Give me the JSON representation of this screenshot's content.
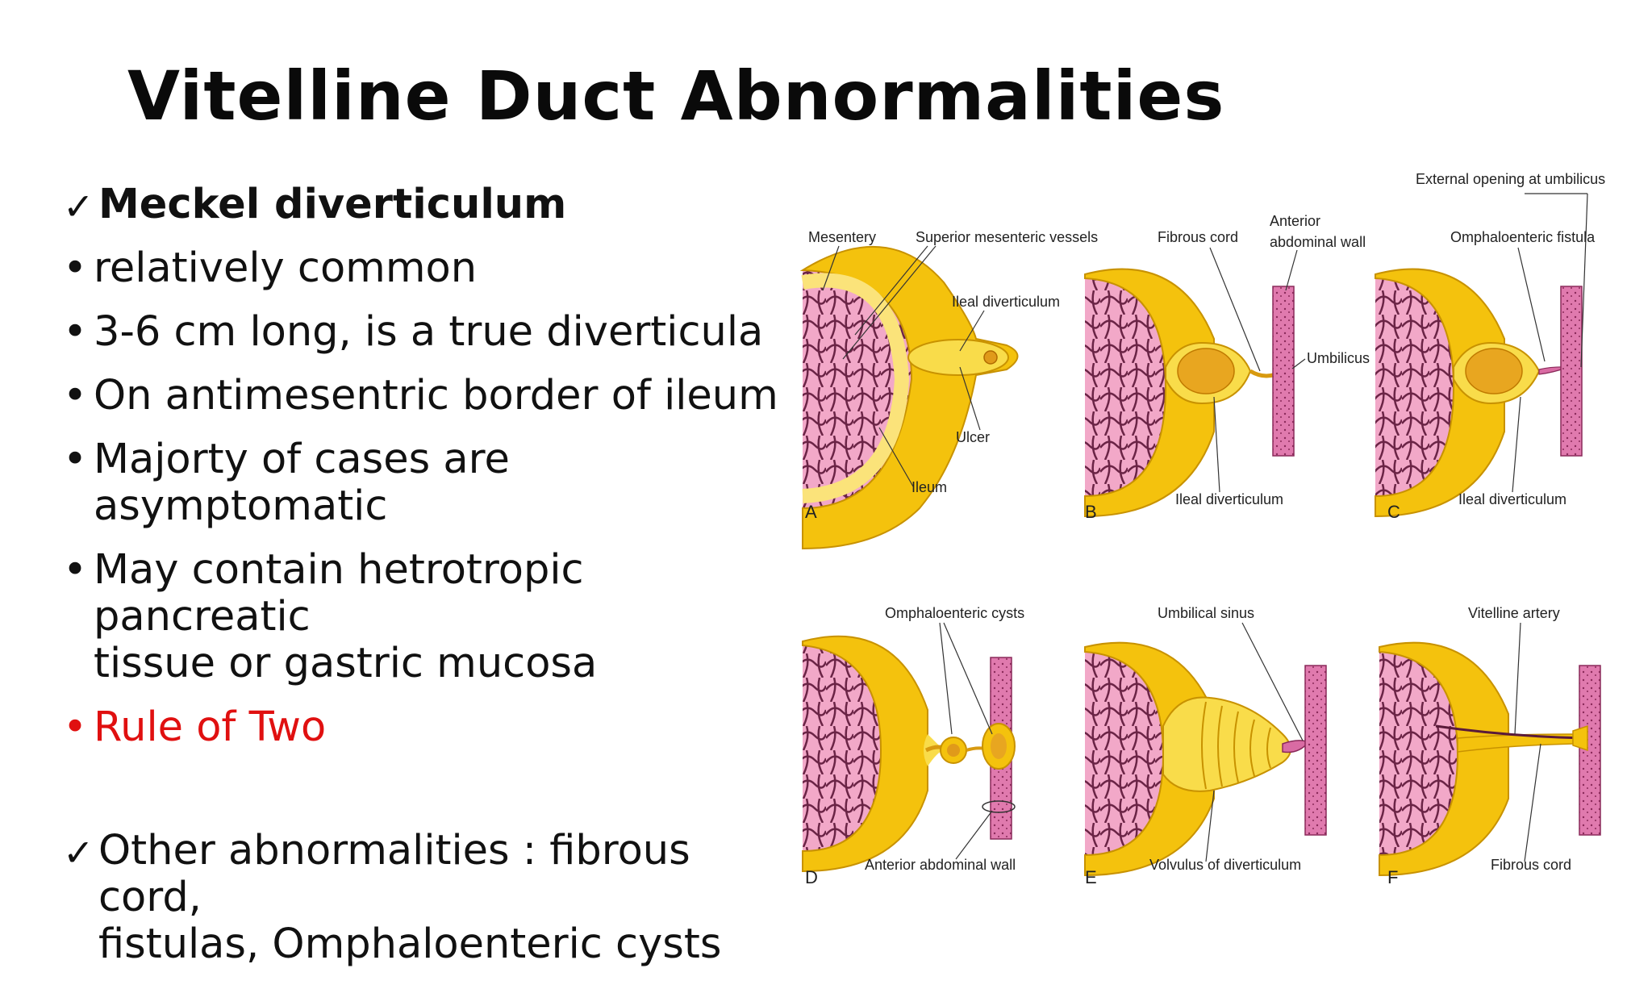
{
  "slide": {
    "title": "Vitelline Duct Abnormalities",
    "bullets": [
      {
        "mark": "✓",
        "text": "Meckel diverticulum"
      },
      {
        "mark": "•",
        "text": "relatively common"
      },
      {
        "mark": "•",
        "text": "3-6 cm long, is a true diverticula"
      },
      {
        "mark": "•",
        "text": "On antimesentric border of ileum"
      },
      {
        "mark": "•",
        "text": "Majorty of cases are asymptomatic"
      },
      {
        "mark": "•",
        "text": "May contain hetrotropic pancreatic",
        "text2": "tissue or gastric mucosa"
      },
      {
        "mark": "•",
        "text": "Rule of Two"
      },
      {
        "mark": "✓",
        "text": "Other abnormalities : fibrous cord,",
        "text2": "fistulas, Omphaloenteric cysts"
      }
    ]
  },
  "figure": {
    "panels": [
      {
        "letter": "A",
        "labels": [
          "Mesentery",
          "Superior mesenteric vessels",
          "Ileal diverticulum",
          "Ulcer",
          "Ileum"
        ]
      },
      {
        "letter": "B",
        "labels": [
          "Fibrous cord",
          "Anterior",
          "abdominal wall",
          "Umbilicus",
          "Ileal diverticulum"
        ]
      },
      {
        "letter": "C",
        "labels": [
          "External opening at umbilicus",
          "Omphaloenteric fistula",
          "Ileal diverticulum"
        ]
      },
      {
        "letter": "D",
        "labels": [
          "Omphaloenteric cysts",
          "Anterior abdominal wall"
        ]
      },
      {
        "letter": "E",
        "labels": [
          "Umbilical sinus",
          "Volvulus of diverticulum"
        ]
      },
      {
        "letter": "F",
        "labels": [
          "Vitelline artery",
          "Fibrous cord"
        ]
      }
    ],
    "colors": {
      "gut_yellow": "#f4c20d",
      "gut_light": "#f9dc4a",
      "mesentery_pink": "#f2a8c8",
      "vessel": "#7a2a4a",
      "wall_pink": "#d96ba3"
    }
  }
}
